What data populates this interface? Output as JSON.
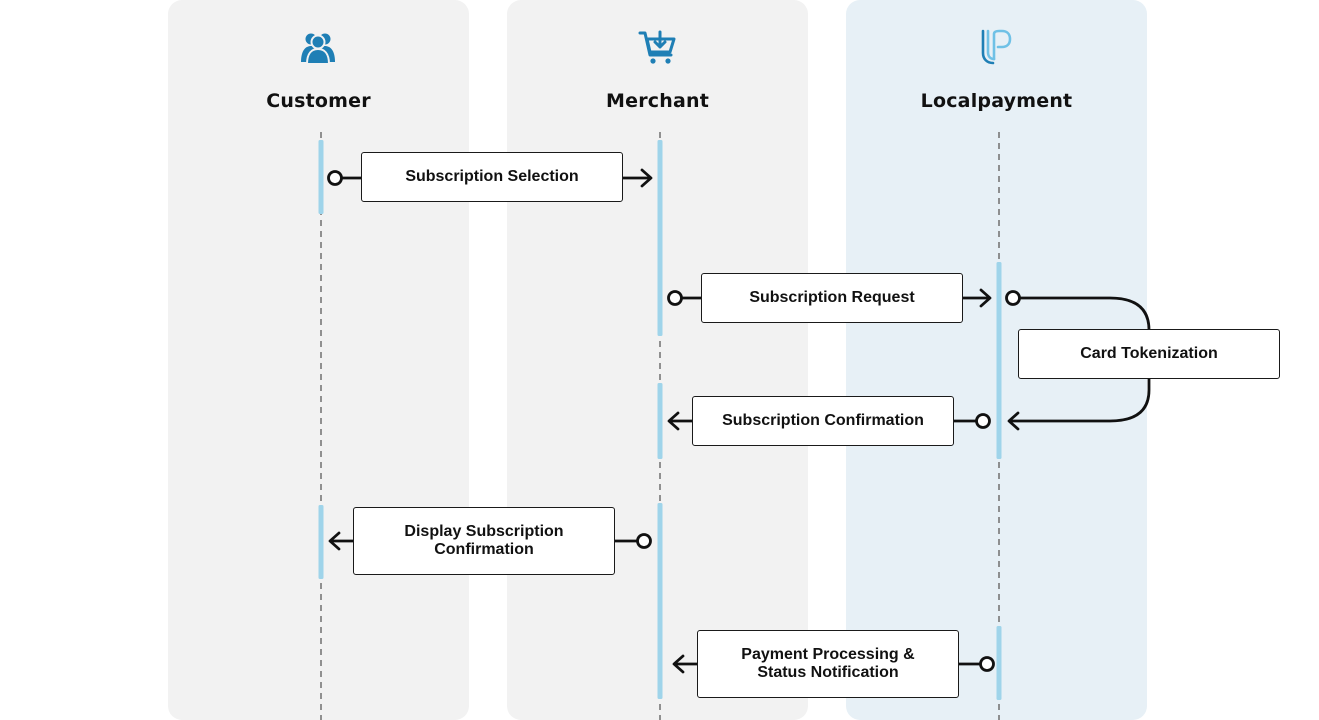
{
  "lanes": [
    {
      "title": "Customer",
      "icon": "users-icon"
    },
    {
      "title": "Merchant",
      "icon": "cart-icon"
    },
    {
      "title": "Localpayment",
      "icon": "localpayment-logo-icon"
    }
  ],
  "messages": {
    "subscription_selection": "Subscription Selection",
    "subscription_request": "Subscription Request",
    "card_tokenization": "Card Tokenization",
    "subscription_confirmation": "Subscription Confirmation",
    "display_confirmation_line1": "Display Subscription",
    "display_confirmation_line2": "Confirmation",
    "payment_processing_line1": "Payment Processing &",
    "payment_processing_line2": "Status Notification"
  },
  "colors": {
    "lane_background": "#f2f2f2",
    "localpayment_lane_background": "#e7f0f6",
    "activation_bar": "#9fd4ea",
    "icon_blue": "#1f7fb5",
    "arrow": "#111111"
  }
}
